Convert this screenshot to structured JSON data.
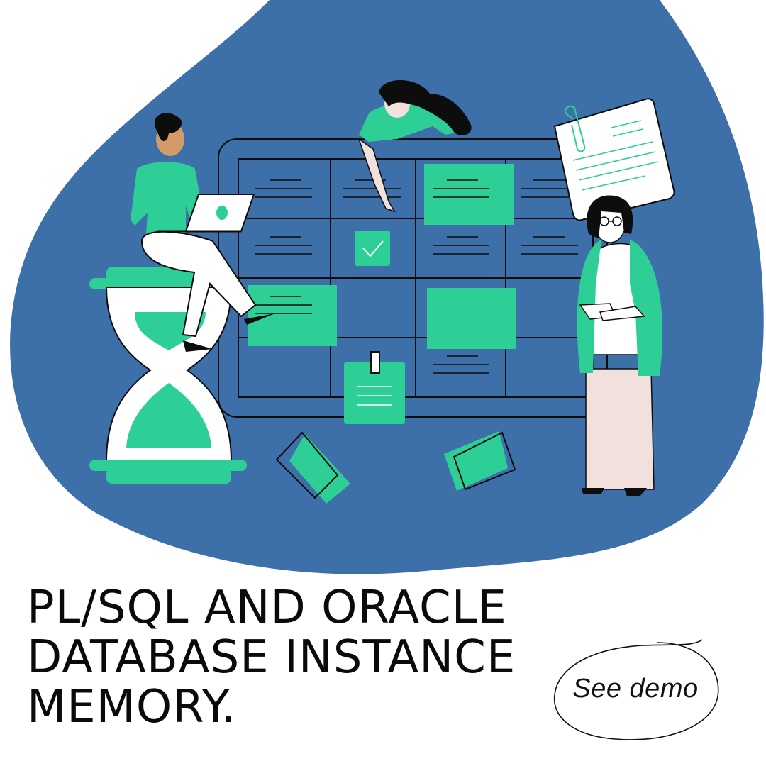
{
  "title": {
    "lines": [
      "PL/SQL AND ORACLE",
      "DATABASE INSTANCE",
      "MEMORY."
    ]
  },
  "cta": {
    "label": "See demo"
  },
  "colors": {
    "blob": "#3d6fa8",
    "accent": "#2ecf97",
    "outline": "#0d0d0d",
    "skin_dark": "#d49b6a",
    "skin_light": "#f2e0dc",
    "background": "#ffffff"
  },
  "icons": [
    "hourglass-icon",
    "laptop-icon",
    "checkmark-icon",
    "paperclip-icon",
    "sticky-note-icon",
    "document-icon"
  ]
}
